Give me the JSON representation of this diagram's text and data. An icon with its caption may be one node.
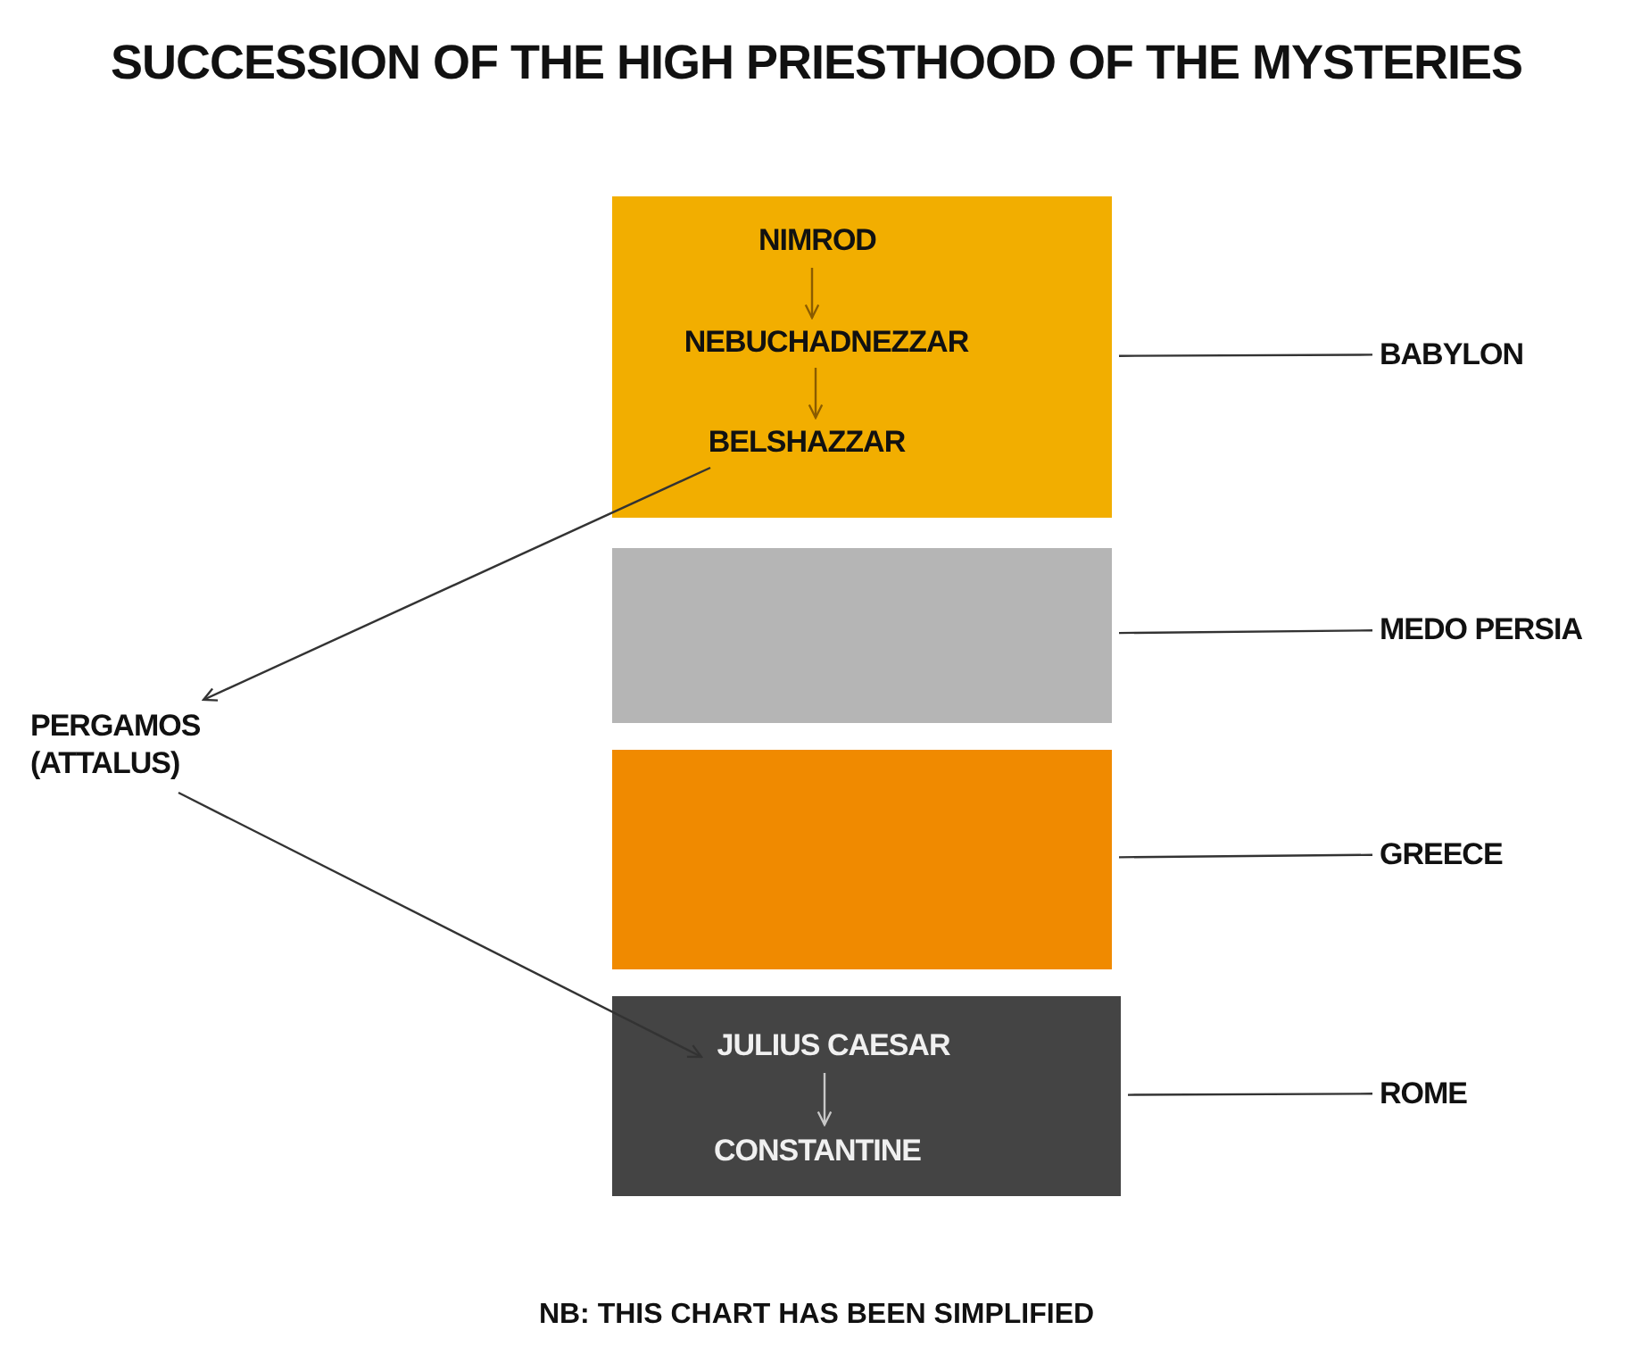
{
  "diagram": {
    "title": "SUCCESSION OF THE HIGH PRIESTHOOD OF THE MYSTERIES",
    "caption": "NB: THIS CHART HAS BEEN SIMPLIFIED",
    "nodes": [
      {
        "text": [],
        "shape": "box"
      },
      {
        "text": [
          "NIMROD"
        ],
        "in": 0
      },
      {
        "text": [
          "NEBUCHADNEZZAR"
        ],
        "in": 0
      },
      {
        "text": [
          "BELSHAZZAR"
        ],
        "in": 0
      },
      {
        "text": [],
        "shape": "box"
      },
      {
        "text": [],
        "shape": "box"
      },
      {
        "text": [],
        "shape": "box"
      },
      {
        "text": [
          "JULIUS CAESAR"
        ],
        "in": 6
      },
      {
        "text": [
          "CONSTANTINE"
        ],
        "in": 6
      },
      {
        "text": [
          "BABYLON"
        ]
      },
      {
        "text": [
          "MEDO PERSIA"
        ]
      },
      {
        "text": [
          "GREECE"
        ]
      },
      {
        "text": [
          "ROME"
        ]
      },
      {
        "text": [
          "PERGAMOS (ATTALUS)"
        ]
      }
    ],
    "edges": [
      {
        "from": 1,
        "to": 2,
        "arrow": "to",
        "color": "#8a5c00"
      },
      {
        "from": 2,
        "to": 3,
        "arrow": "to",
        "color": "#8a5c00"
      },
      {
        "from": 3,
        "to": 13,
        "arrow": "to"
      },
      {
        "from": 13,
        "to": 7,
        "arrow": "to"
      },
      {
        "from": 7,
        "to": 8,
        "arrow": "to",
        "color": "#c8c8c8"
      },
      {
        "from": 0,
        "to": 9,
        "arrow": "none"
      },
      {
        "from": 4,
        "to": 10,
        "arrow": "none"
      },
      {
        "from": 5,
        "to": 11,
        "arrow": "none"
      },
      {
        "from": 6,
        "to": 12,
        "arrow": "none"
      }
    ]
  }
}
